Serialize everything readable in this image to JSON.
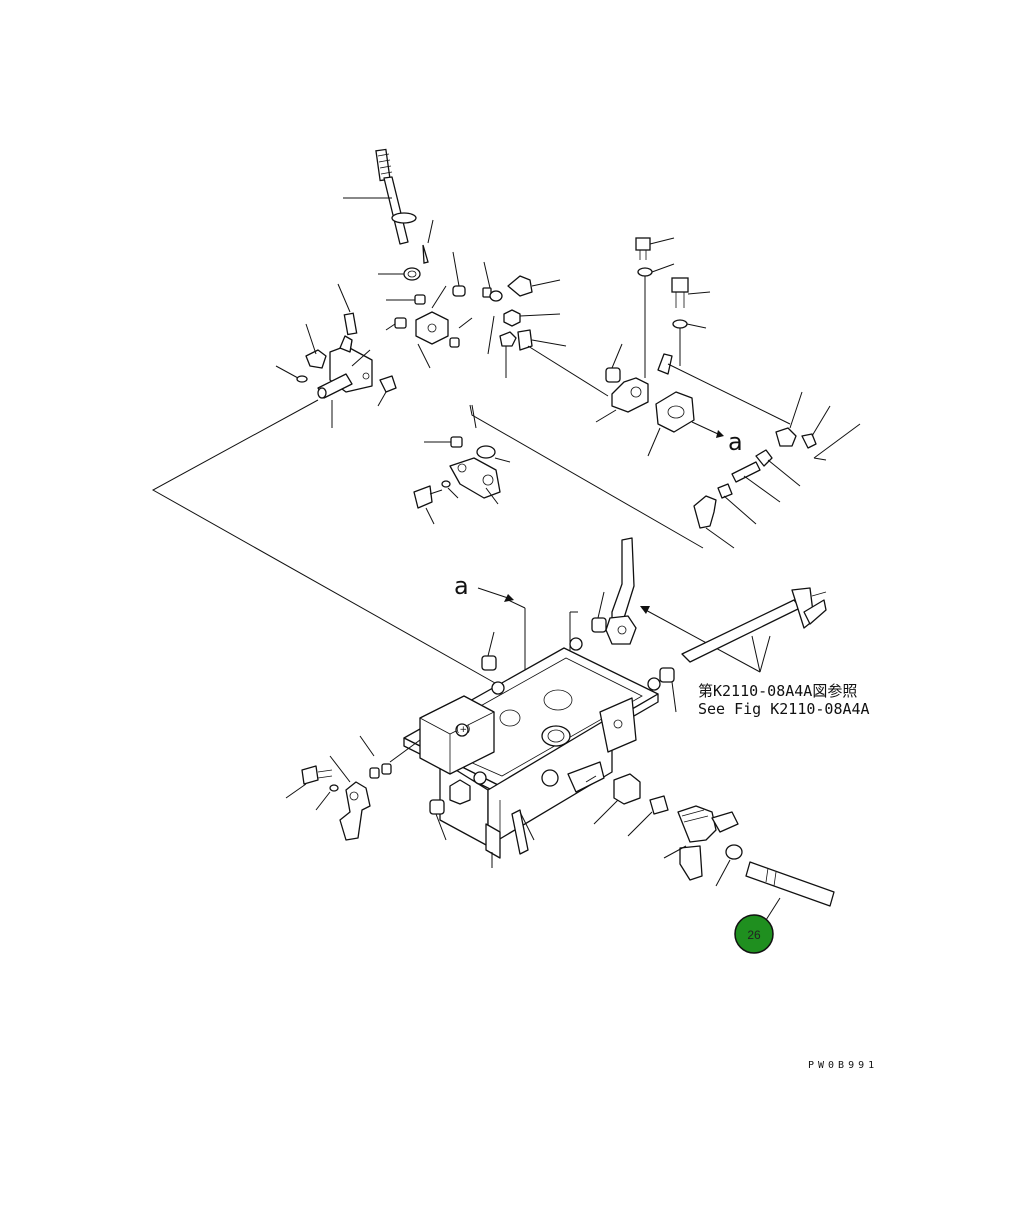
{
  "labels": {
    "view_a_top": "a",
    "view_a_bottom": "a",
    "ref_jp": "第K2110-08A4A図参照",
    "ref_en": "See Fig K2110-08A4A",
    "drawing_code": "PW0B991"
  },
  "callout": {
    "number": "26",
    "fill_color": "#1f8f1f",
    "stroke_color": "#111111"
  },
  "colors": {
    "line": "#111111",
    "background": "#ffffff"
  }
}
